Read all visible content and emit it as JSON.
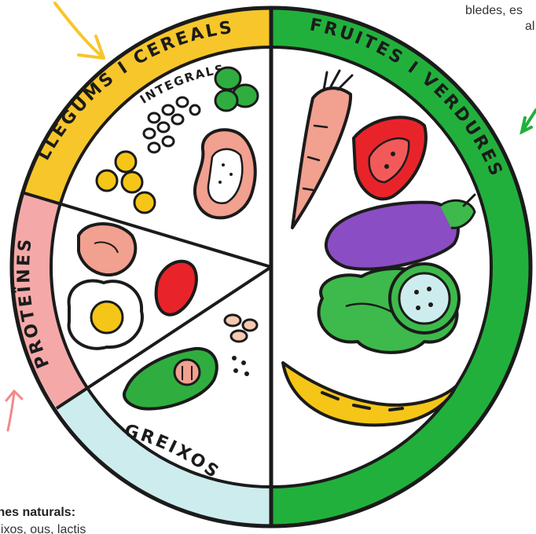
{
  "plate": {
    "sections": {
      "fruites": {
        "label": "FRUITES I VERDURES",
        "color": "#22b03c"
      },
      "llegums": {
        "label": "LLEGUMS I CEREALS",
        "sublabel": "INTEGRALS",
        "color": "#f7c62a"
      },
      "proteines": {
        "label": "PROTEÏNES",
        "color": "#f4a9a8"
      },
      "greixos": {
        "label": "GREIXOS",
        "color": "#cdecee"
      }
    }
  },
  "captions": {
    "top_line1": "bledes, es",
    "top_line2": "al",
    "bottom_bold": "ïnes naturals:",
    "bottom_sub": "eixos, ous, lactis"
  },
  "colors": {
    "outline": "#1b1b1b",
    "carrot": "#f2a08f",
    "tomato": "#e8242a",
    "eggplant": "#8a4dc4",
    "lettuce": "#3dba4b",
    "banana": "#f5c617",
    "chickpea": "#f5c617",
    "avocado": "#2fae3f",
    "peas": "#2fae3f",
    "arrow_yellow": "#f7c62a",
    "arrow_green": "#22b03c",
    "arrow_pink": "#f28a8a"
  }
}
